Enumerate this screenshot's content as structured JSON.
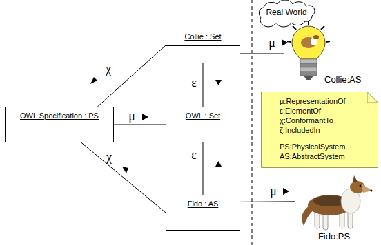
{
  "diagram": {
    "nodes": [
      {
        "text": [
          "Real World"
        ]
      },
      {
        "text": [
          "Collie : Set"
        ]
      },
      {
        "text": [
          "Collie:AS"
        ]
      },
      {
        "text": [
          "OWL Specification : PS"
        ]
      },
      {
        "text": [
          "OWL : Set"
        ]
      },
      {
        "text": [
          "μ:RepresentationOf",
          "ε:ElementOf",
          "χ:ConformantTo",
          "ζ:IncludedIn",
          "PS:PhysicalSystem",
          "AS:AbstractSystem"
        ]
      },
      {
        "text": [
          "Fido : AS"
        ]
      },
      {
        "text": [
          "Fido:PS"
        ]
      }
    ],
    "edges": [
      {
        "from": 3,
        "to": 1,
        "label": "χ",
        "arrow": "none"
      },
      {
        "from": 3,
        "to": 4,
        "label": "μ",
        "arrow": "none"
      },
      {
        "from": 3,
        "to": 6,
        "label": "χ",
        "arrow": "none"
      },
      {
        "from": 1,
        "to": 4,
        "label": "ε",
        "arrow": "none"
      },
      {
        "from": 6,
        "to": 4,
        "label": "ε",
        "arrow": "none"
      },
      {
        "from": 1,
        "to": 2,
        "label": "μ",
        "arrow": "none"
      },
      {
        "from": 6,
        "to": 7,
        "label": "μ",
        "arrow": "none"
      }
    ]
  }
}
